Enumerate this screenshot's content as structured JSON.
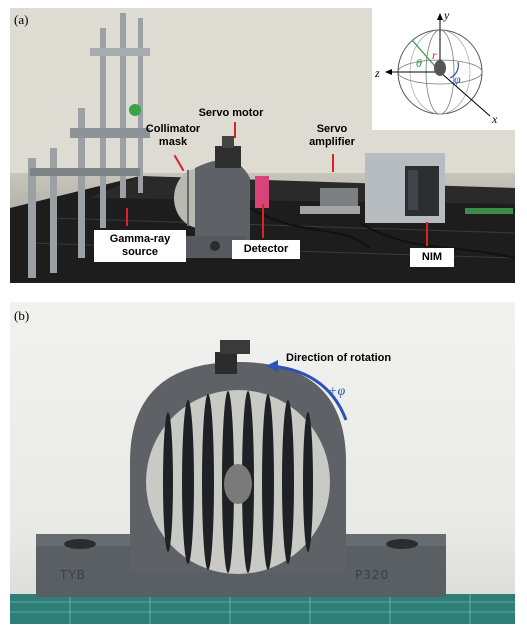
{
  "panel_a": {
    "label": "(a)",
    "labels": {
      "gamma_ray_source": "Gamma-ray\nsource",
      "collimator_mask": "Collimator\nmask",
      "servo_motor": "Servo motor",
      "detector": "Detector",
      "servo_amplifier": "Servo\namplifier",
      "nim": "NIM"
    },
    "inset": {
      "axis_y": "y",
      "axis_z": "z",
      "axis_x": "x",
      "theta": "θ",
      "r": "r",
      "phi": "φ"
    }
  },
  "panel_b": {
    "label": "(b)",
    "direction_label": "Direction of rotation",
    "plus_phi": "+φ",
    "base_left_text": "TYB",
    "base_right_text": "P320"
  },
  "colors": {
    "table_black": "#1b1b1b",
    "mount_gray": "#5e6266",
    "detector_pink": "#d8447a",
    "arrow_red": "#d22222",
    "rotation_blue": "#2a52b8"
  }
}
